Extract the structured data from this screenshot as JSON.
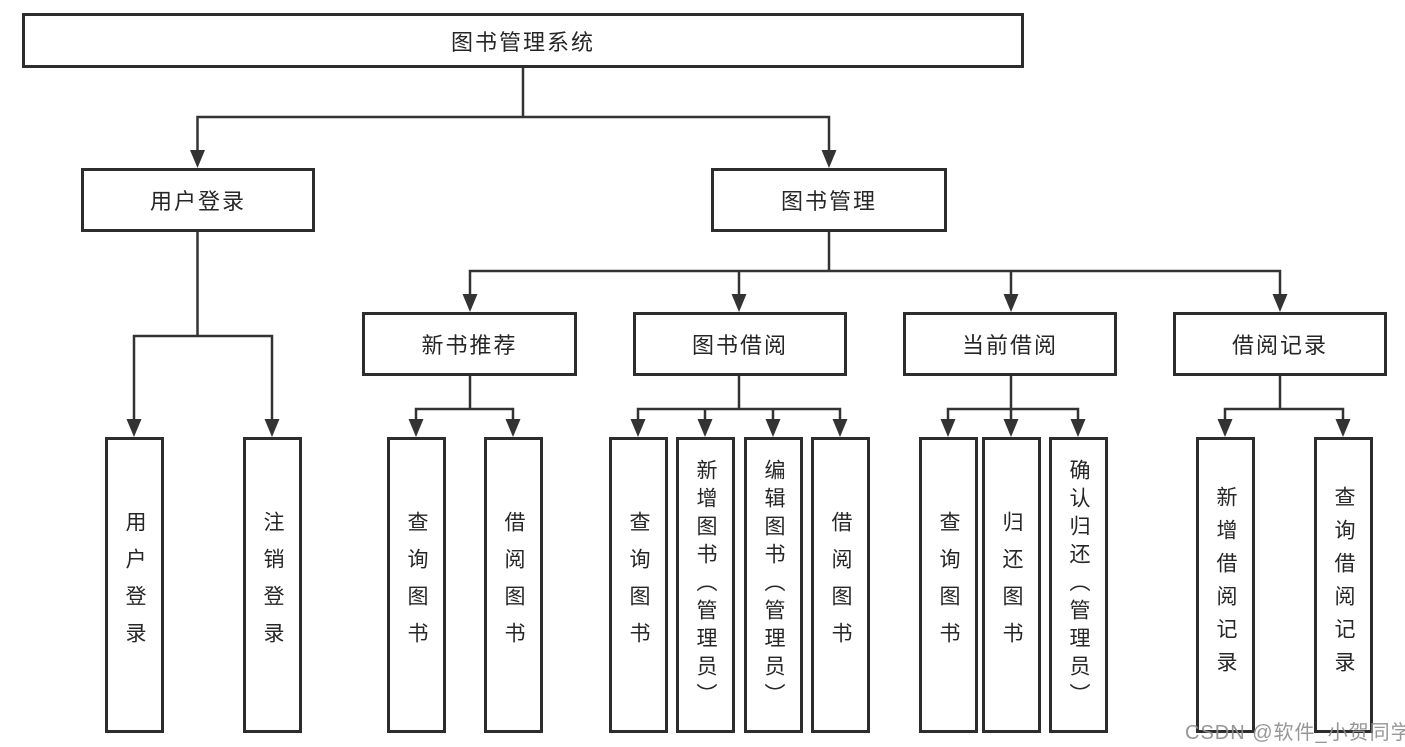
{
  "diagram": {
    "root": "图书管理系统",
    "level2": {
      "user_login": "用户登录",
      "book_mgmt": "图书管理"
    },
    "level3": {
      "new_book": "新书推荐",
      "book_borrow": "图书借阅",
      "current_borrow": "当前借阅",
      "borrow_record": "借阅记录"
    },
    "leaves": {
      "user_login": [
        "用户登录",
        "注销登录"
      ],
      "new_book": [
        "查询图书",
        "借阅图书"
      ],
      "book_borrow": [
        "查询图书",
        "新增图书（管理员）",
        "编辑图书（管理员）",
        "借阅图书"
      ],
      "current_borrow": [
        "查询图书",
        "归还图书",
        "确认归还（管理员）"
      ],
      "borrow_record": [
        "新增借阅记录",
        "查询借阅记录"
      ]
    }
  },
  "watermark": "CSDN @软件_小贺同学",
  "colors": {
    "line": "#333333",
    "box_border": "#2d2d2d",
    "text": "#262626",
    "watermark": "#8f8f8f",
    "background": "#ffffff"
  }
}
